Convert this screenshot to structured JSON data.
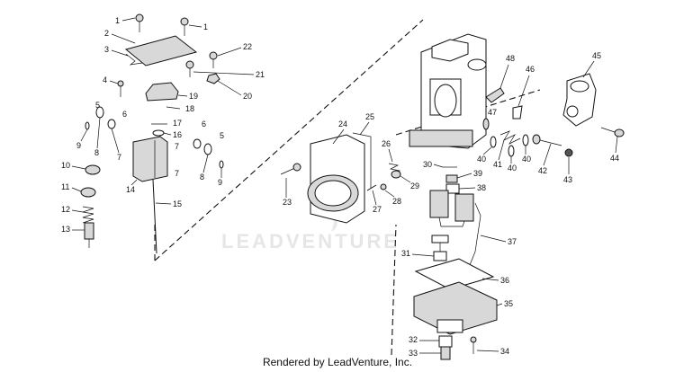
{
  "watermark": "LEADVENTURE",
  "footer": "Rendered by LeadVenture, Inc.",
  "callouts": [
    "1",
    "1",
    "2",
    "3",
    "4",
    "5",
    "5",
    "6",
    "6",
    "7",
    "7",
    "7",
    "8",
    "8",
    "9",
    "9",
    "10",
    "11",
    "12",
    "13",
    "14",
    "15",
    "16",
    "17",
    "18",
    "19",
    "20",
    "21",
    "22",
    "23",
    "24",
    "25",
    "26",
    "27",
    "28",
    "29",
    "30",
    "31",
    "32",
    "33",
    "34",
    "35",
    "36",
    "37",
    "38",
    "39",
    "40",
    "40",
    "40",
    "41",
    "42",
    "43",
    "44",
    "45",
    "46",
    "47",
    "48"
  ]
}
